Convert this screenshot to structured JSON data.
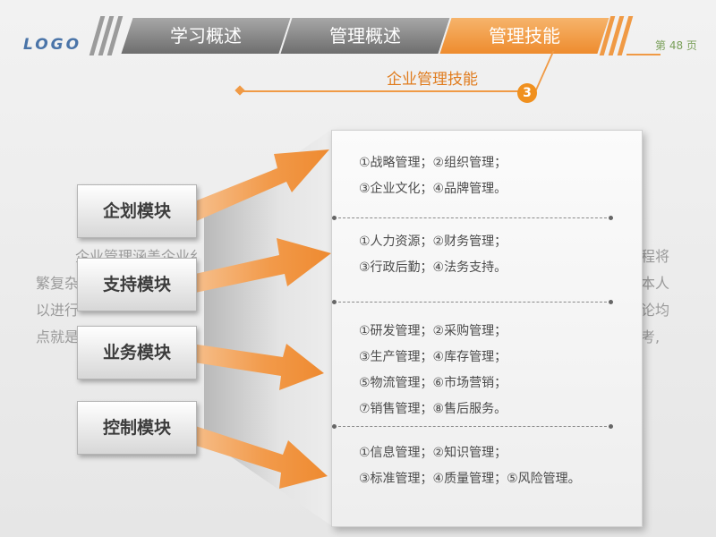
{
  "header": {
    "logo": "LOGO",
    "tabs": [
      {
        "label": "学习概述",
        "active": false
      },
      {
        "label": "管理概述",
        "active": false
      },
      {
        "label": "管理技能",
        "active": true
      }
    ],
    "page_number": "第 48 页"
  },
  "subtitle": {
    "title": "企业管理技能",
    "number": "3"
  },
  "background_paragraph": {
    "lines": [
      "企业管理涵盖企业纟",
      "繁复杂",
      "以进行",
      "点就是"
    ],
    "right_fragments": [
      "程将",
      "本人",
      "论均",
      "考,"
    ]
  },
  "modules": [
    {
      "label": "企划模块"
    },
    {
      "label": "支持模块"
    },
    {
      "label": "业务模块"
    },
    {
      "label": "控制模块"
    }
  ],
  "sections": [
    {
      "lines": [
        "①战略管理；②组织管理；",
        "③企业文化；④品牌管理。"
      ]
    },
    {
      "lines": [
        "①人力资源；②财务管理；",
        "③行政后勤；④法务支持。"
      ]
    },
    {
      "lines": [
        "①研发管理；②采购管理；",
        "③生产管理；④库存管理；",
        "⑤物流管理；⑥市场营销；",
        "⑦销售管理；⑧售后服务。"
      ]
    },
    {
      "lines": [
        "①信息管理；②知识管理；",
        "③标准管理；④质量管理；⑤风险管理。"
      ]
    }
  ],
  "colors": {
    "accent": "#f09a45",
    "tab_inactive": "#8a8a8a",
    "tab_active": "#ee8c2e"
  }
}
